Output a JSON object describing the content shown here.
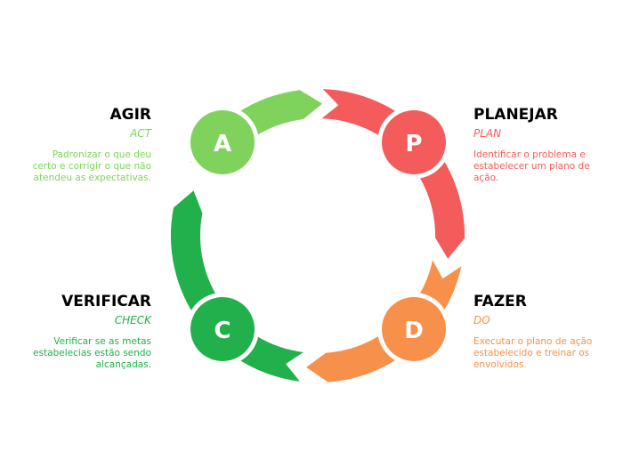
{
  "colors": {
    "plan": "#F45B5B",
    "do": "#F7904A",
    "check": "#21B04B",
    "act": "#7FD35C",
    "plan_dark": "#EE4A4A",
    "do_dark": "#F38238",
    "check_dark": "#18A640",
    "act_dark": "#6FCB4A"
  },
  "phases": [
    {
      "key": "plan",
      "letter": "P",
      "title": "PLANEJAR",
      "subtitle": "PLAN",
      "desc": [
        "Identificar o problema e",
        "estabelecer um plano de",
        "ação."
      ]
    },
    {
      "key": "do",
      "letter": "D",
      "title": "FAZER",
      "subtitle": "DO",
      "desc": [
        "Executar o plano de ação",
        "estabelecido e treinar os",
        "envolvidos."
      ]
    },
    {
      "key": "check",
      "letter": "C",
      "title": "VERIFICAR",
      "subtitle": "CHECK",
      "desc": [
        "Verificar se as metas",
        "estabelecias estão sendo",
        "alcançadas."
      ]
    },
    {
      "key": "act",
      "letter": "A",
      "title": "AGIR",
      "subtitle": "ACT",
      "desc": [
        "Padronizar o que deu",
        "certo e corrigir o que não",
        "atendeu as expectativas."
      ]
    }
  ]
}
